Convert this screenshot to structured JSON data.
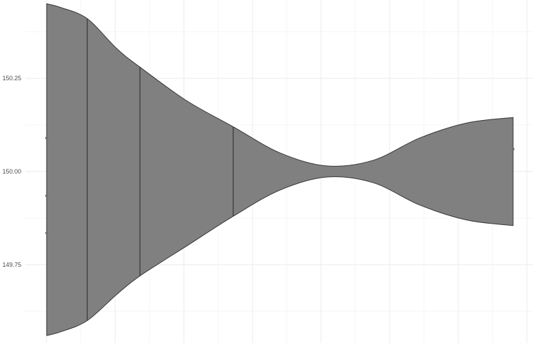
{
  "chart_data": {
    "type": "violin",
    "title": "",
    "xlabel": "",
    "ylabel": "",
    "ylim": [
      149.54,
      150.46
    ],
    "y_ticks": [
      149.75,
      150.0,
      150.25
    ],
    "y_tick_labels": [
      "149.75",
      "150.00",
      "150.25"
    ],
    "grid": true,
    "orientation": "horizontal",
    "colors": {
      "fill": "#808080",
      "outline": "#333333",
      "point": "#6e6e6e"
    },
    "x_range": [
      -0.01,
      1.01
    ],
    "density_profile": [
      {
        "x": 0.0,
        "y_low": 149.56,
        "y_high": 150.45
      },
      {
        "x": 0.03,
        "y_low": 149.57,
        "y_high": 150.44
      },
      {
        "x": 0.087,
        "y_low": 149.6,
        "y_high": 150.41
      },
      {
        "x": 0.15,
        "y_low": 149.67,
        "y_high": 150.33
      },
      {
        "x": 0.2,
        "y_low": 149.72,
        "y_high": 150.28
      },
      {
        "x": 0.3,
        "y_low": 149.8,
        "y_high": 150.19
      },
      {
        "x": 0.4,
        "y_low": 149.88,
        "y_high": 150.12
      },
      {
        "x": 0.5,
        "y_low": 149.95,
        "y_high": 150.05
      },
      {
        "x": 0.6,
        "y_low": 149.985,
        "y_high": 150.015
      },
      {
        "x": 0.7,
        "y_low": 149.97,
        "y_high": 150.03
      },
      {
        "x": 0.8,
        "y_low": 149.91,
        "y_high": 150.09
      },
      {
        "x": 0.9,
        "y_low": 149.87,
        "y_high": 150.13
      },
      {
        "x": 1.0,
        "y_low": 149.855,
        "y_high": 150.145
      }
    ],
    "quantile_lines": [
      {
        "x": 0.087,
        "y_low": 149.6,
        "y_high": 150.41
      },
      {
        "x": 0.2,
        "y_low": 149.72,
        "y_high": 150.28
      },
      {
        "x": 0.4,
        "y_low": 149.88,
        "y_high": 150.12
      }
    ],
    "points": [
      {
        "x": 0.0,
        "y": 150.09
      },
      {
        "x": 0.0,
        "y": 149.935
      },
      {
        "x": 0.0,
        "y": 149.835
      },
      {
        "x": 1.0,
        "y": 150.06
      }
    ]
  }
}
